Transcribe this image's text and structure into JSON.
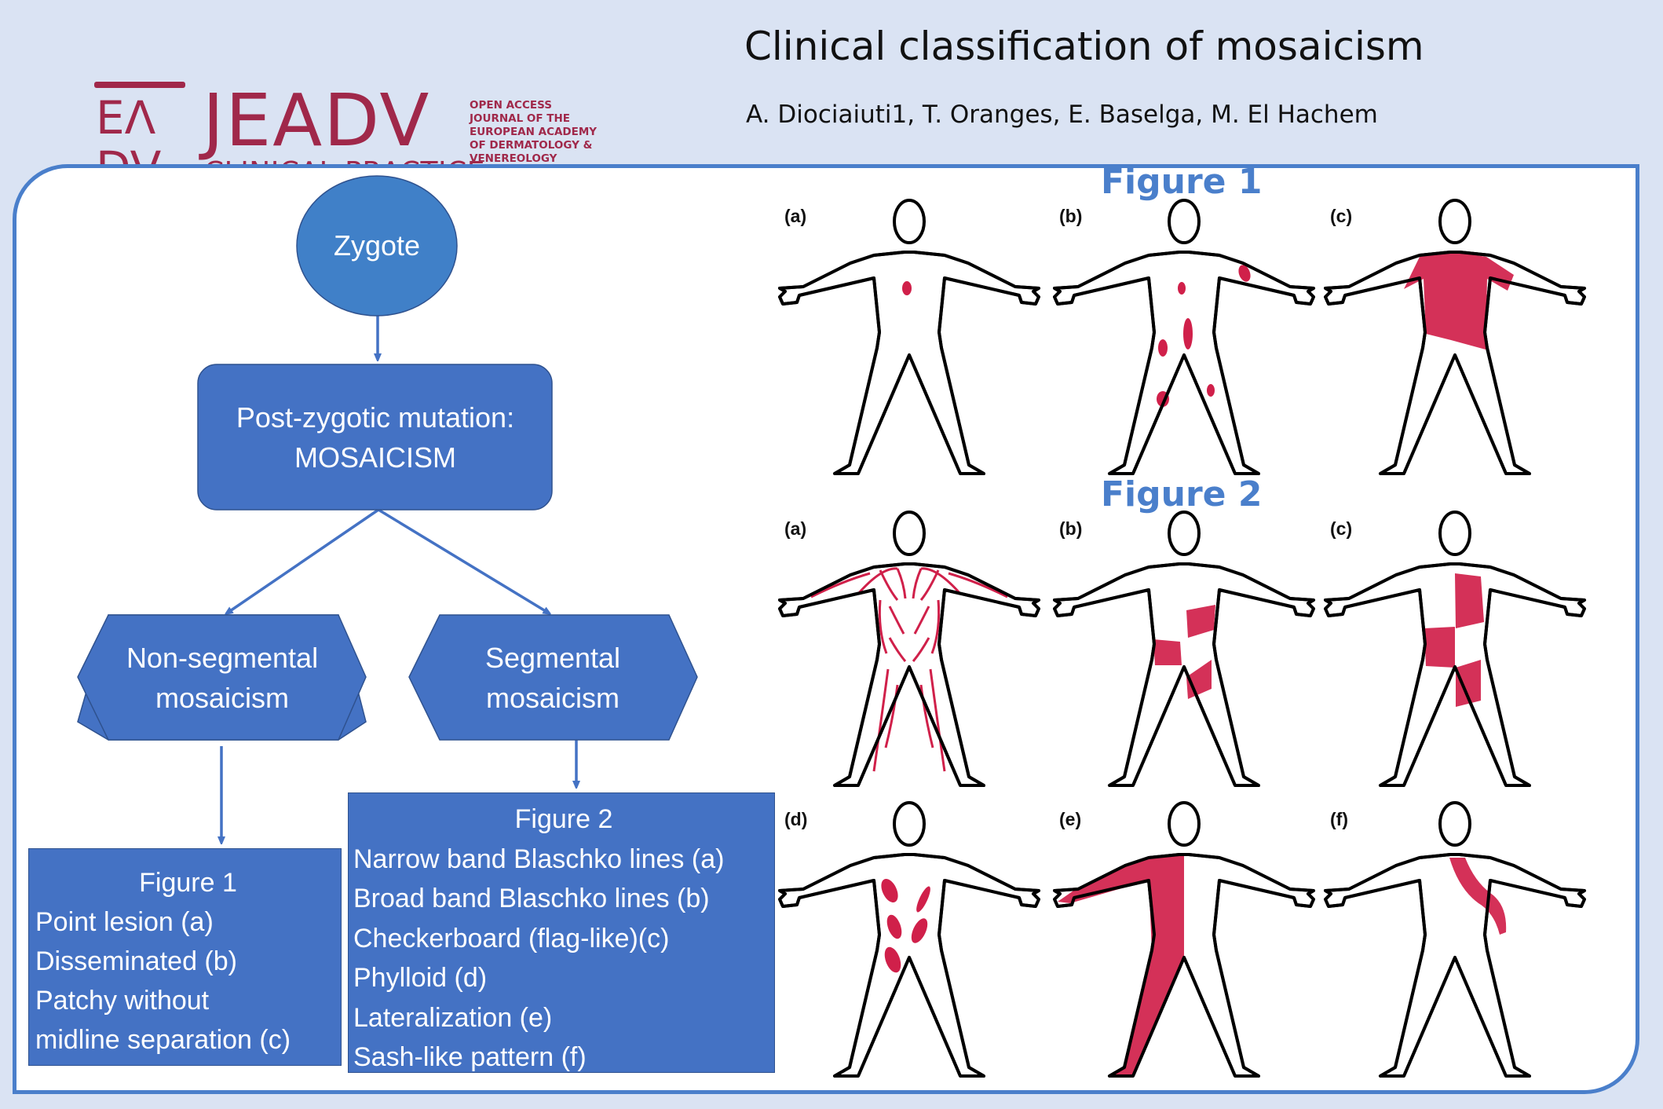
{
  "header": {
    "logo": {
      "mark_top": "EΛ",
      "mark_bottom": "DV",
      "name": "JEADV",
      "subtitle": "CLINICAL PRACTICE",
      "tagline": [
        "OPEN ACCESS",
        "JOURNAL OF THE",
        "EUROPEAN ACADEMY",
        "OF DERMATOLOGY &",
        "VENEREOLOGY"
      ],
      "color": "#a0284a"
    },
    "title": "Clinical classification of mosaicism",
    "authors": "A. Diociaiuti1, T. Oranges, E. Baselga, M. El Hachem"
  },
  "flowchart": {
    "zygote": "Zygote",
    "mutation": [
      "Post-zygotic mutation:",
      "MOSAICISM"
    ],
    "non_segmental": [
      "Non-segmental",
      "mosaicism"
    ],
    "segmental": [
      "Segmental",
      "mosaicism"
    ],
    "figure1_box": {
      "heading": "Figure 1",
      "items": [
        "Point lesion (a)",
        "Disseminated (b)",
        "Patchy without",
        "midline separation (c)"
      ]
    },
    "figure2_box": {
      "heading": "Figure 2",
      "items": [
        "Narrow band Blaschko lines (a)",
        "Broad band Blaschko lines (b)",
        "Checkerboard (flag-like)(c)",
        "Phylloid (d)",
        "Lateralization (e)",
        "Sash-like pattern (f)"
      ]
    },
    "node_color": "#4472c4"
  },
  "figures": {
    "figure1": {
      "heading": "Figure 1",
      "panels": [
        {
          "label": "(a)",
          "pattern": "point-lesion"
        },
        {
          "label": "(b)",
          "pattern": "disseminated"
        },
        {
          "label": "(c)",
          "pattern": "patchy"
        }
      ]
    },
    "figure2": {
      "heading": "Figure 2",
      "panels": [
        {
          "label": "(a)",
          "pattern": "narrow-blaschko"
        },
        {
          "label": "(b)",
          "pattern": "broad-blaschko"
        },
        {
          "label": "(c)",
          "pattern": "checkerboard"
        },
        {
          "label": "(d)",
          "pattern": "phylloid"
        },
        {
          "label": "(e)",
          "pattern": "lateralization"
        },
        {
          "label": "(f)",
          "pattern": "sash-like"
        }
      ]
    },
    "lesion_color": "#d0204a",
    "heading_color": "#4a7fcb"
  }
}
